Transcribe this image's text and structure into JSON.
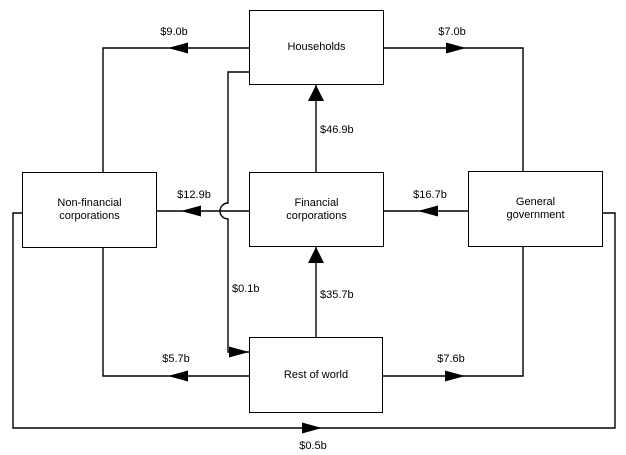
{
  "diagram": {
    "background_color": "#ffffff",
    "line_color": "#000000",
    "text_color": "#000000",
    "nodes": {
      "households": {
        "label": "Households"
      },
      "non_financial": {
        "label": "Non-financial corporations"
      },
      "financial": {
        "label": "Financial corporations"
      },
      "government": {
        "label": "General government"
      },
      "rest_of_world": {
        "label": "Rest of world"
      }
    },
    "flows": {
      "households_to_non_financial": {
        "amount": "$9.0b",
        "from": "Households",
        "to": "Non-financial corporations"
      },
      "households_to_government": {
        "amount": "$7.0b",
        "from": "Households",
        "to": "General government"
      },
      "financial_to_households": {
        "amount": "$46.9b",
        "from": "Financial corporations",
        "to": "Households"
      },
      "government_to_financial": {
        "amount": "$16.7b",
        "from": "General government",
        "to": "Financial corporations"
      },
      "financial_to_non_financial": {
        "amount": "$12.9b",
        "from": "Financial corporations",
        "to": "Non-financial corporations"
      },
      "households_to_rest_of_world": {
        "amount": "$0.1b",
        "from": "Households",
        "to": "Rest of world"
      },
      "rest_of_world_to_financial": {
        "amount": "$35.7b",
        "from": "Rest of world",
        "to": "Financial corporations"
      },
      "rest_of_world_to_non_financial": {
        "amount": "$5.7b",
        "from": "Rest of world",
        "to": "Non-financial corporations"
      },
      "rest_of_world_to_government": {
        "amount": "$7.6b",
        "from": "Rest of world",
        "to": "General government"
      },
      "non_financial_to_government": {
        "amount": "$0.5b",
        "from": "Non-financial corporations",
        "to": "General government"
      }
    }
  }
}
